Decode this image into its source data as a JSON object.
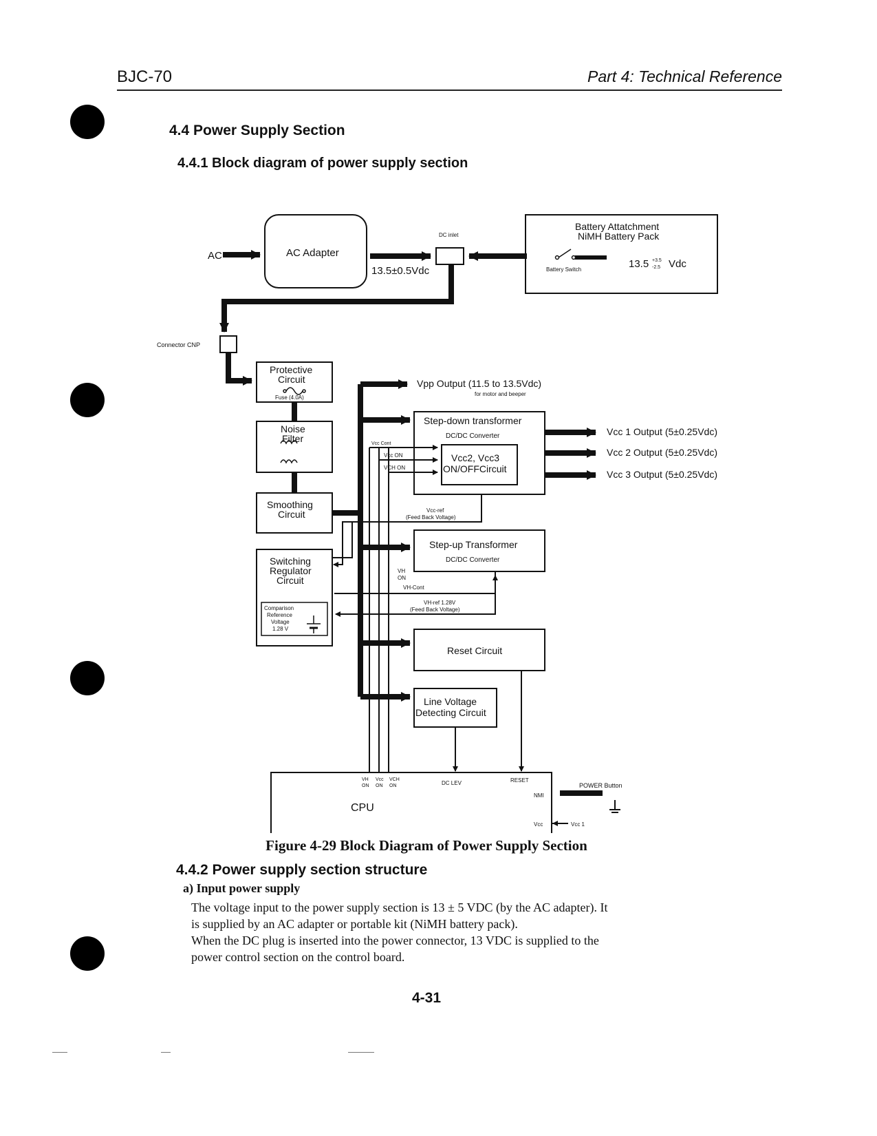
{
  "header": {
    "left": "BJC-70",
    "right": "Part 4: Technical Reference"
  },
  "section": {
    "title": "4.4 Power Supply Section",
    "subtitle": "4.4.1 Block diagram of power supply section"
  },
  "diagram": {
    "ac": "AC",
    "ac_adapter": "AC Adapter",
    "adapter_voltage": "13.5±0.5Vdc",
    "dc_inlet": "DC inlet",
    "battery_title1": "Battery Attatchment",
    "battery_title2": "NiMH Battery Pack",
    "battery_switch": "Battery Switch",
    "battery_voltage": "13.5",
    "battery_tol_plus": "+3.5",
    "battery_tol_minus": "-2.5",
    "battery_unit": "Vdc",
    "connector": "Connector CNP",
    "protective1": "Protective",
    "protective2": "Circuit",
    "fuse": "Fuse (4.0A)",
    "noise1": "Noise",
    "noise2": "Filter",
    "smoothing1": "Smoothing",
    "smoothing2": "Circuit",
    "switching1": "Switching",
    "switching2": "Regulator",
    "switching3": "Circuit",
    "comparison1": "Comparison",
    "comparison2": "Reference",
    "comparison3": "Voltage",
    "comparison4": "1.28 V",
    "vpp_output": "Vpp Output (11.5 to 13.5Vdc)",
    "vpp_note": "for motor and beeper",
    "stepdown1": "Step-down transformer",
    "stepdown2": "DC/DC Converter",
    "vcc23_1": "Vcc2, Vcc3",
    "vcc23_2": "ON/OFFCircuit",
    "vcc_cont": "Vcc Cont",
    "vcc_on": "Vcc ON",
    "vch_on": "VCH ON",
    "vcc1_out": "Vcc 1 Output (5±0.25Vdc)",
    "vcc2_out": "Vcc 2 Output (5±0.25Vdc)",
    "vcc3_out": "Vcc 3 Output (5±0.25Vdc)",
    "vccref1": "Vcc-ref",
    "vccref2": "(Feed Back Voltage)",
    "stepup1": "Step-up Transformer",
    "stepup2": "DC/DC Converter",
    "vh": "VH",
    "on": "ON",
    "vh_cont": "VH-Cont",
    "vhref1": "VH-ref 1.28V",
    "vhref2": "(Feed Back Voltage)",
    "reset_circuit": "Reset Circuit",
    "line1": "Line Voltage",
    "line2": "Detecting Circuit",
    "cpu": "CPU",
    "cpu_vh": "VH",
    "cpu_vcc": "Vcc",
    "cpu_vch": "VCH",
    "cpu_on": "ON",
    "dc_lev": "DC LEV",
    "reset": "RESET",
    "nmi": "NMI",
    "vcc": "Vcc",
    "power_button": "POWER Button",
    "vcc1_in": "Vcc 1"
  },
  "figure_caption": "Figure 4-29 Block Diagram of Power Supply Section",
  "structure": {
    "title": "4.4.2 Power supply section structure",
    "subtitle": "a) Input power supply",
    "lines": [
      "The voltage input to the power supply section is 13 ± 5 VDC (by the AC adapter). It",
      "is supplied by an AC adapter or portable kit (NiMH battery pack).",
      "When the DC plug is inserted into the power connector, 13 VDC is supplied to the",
      "power control section on the control board."
    ]
  },
  "page_number": "4-31"
}
